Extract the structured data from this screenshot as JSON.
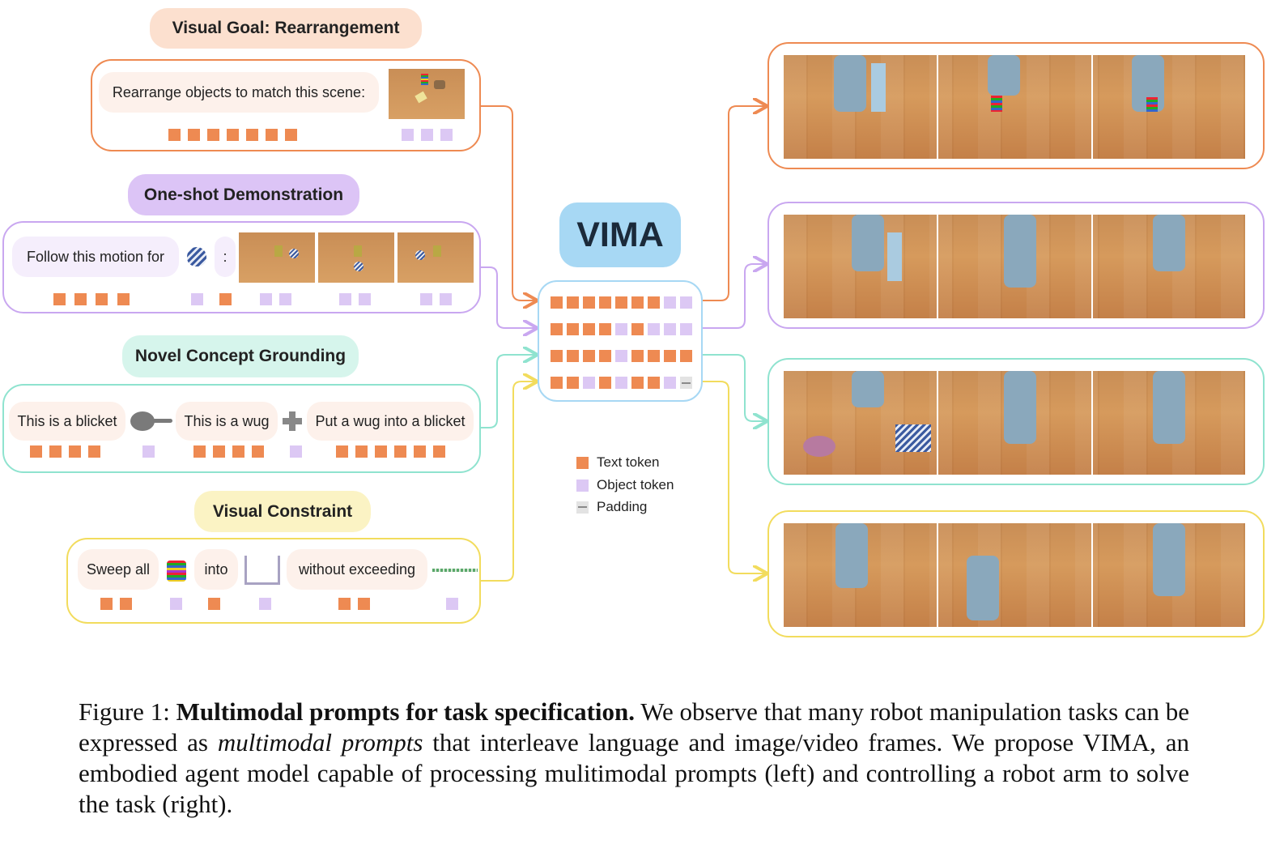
{
  "colors": {
    "orange": "#EE8A52",
    "purple": "#C9A7F0",
    "teal": "#8FE3CF",
    "yellow": "#F2DC5D",
    "blue": "#9FD4F2",
    "text_token": "#EE8A52",
    "object_token": "#DCC8F4"
  },
  "prompts": [
    {
      "title": "Visual Goal: Rearrangement",
      "chips": [
        "Rearrange objects to match this scene:"
      ]
    },
    {
      "title": "One-shot Demonstration",
      "chips": [
        "Follow this motion for",
        ":"
      ]
    },
    {
      "title": "Novel Concept Grounding",
      "chips": [
        "This is a blicket",
        "This is a wug",
        "Put a wug into a blicket"
      ]
    },
    {
      "title": "Visual Constraint",
      "chips": [
        "Sweep all",
        "into",
        "without exceeding"
      ]
    }
  ],
  "model": {
    "name": "VIMA"
  },
  "legend": [
    {
      "label": "Text token",
      "icon": "orange-square"
    },
    {
      "label": "Object token",
      "icon": "lavender-square"
    },
    {
      "label": "Padding",
      "icon": "gray-dash"
    }
  ],
  "caption": {
    "prefix": "Figure 1: ",
    "bold": "Multimodal prompts for task specification.",
    "part1": " We observe that many robot manipulation tasks can be expressed as ",
    "italic": "multimodal prompts",
    "part2": " that interleave language and image/video frames. We propose VIMA, an embodied agent model capable of processing mulitimodal prompts (left) and controlling a robot arm to solve the task (right)."
  }
}
